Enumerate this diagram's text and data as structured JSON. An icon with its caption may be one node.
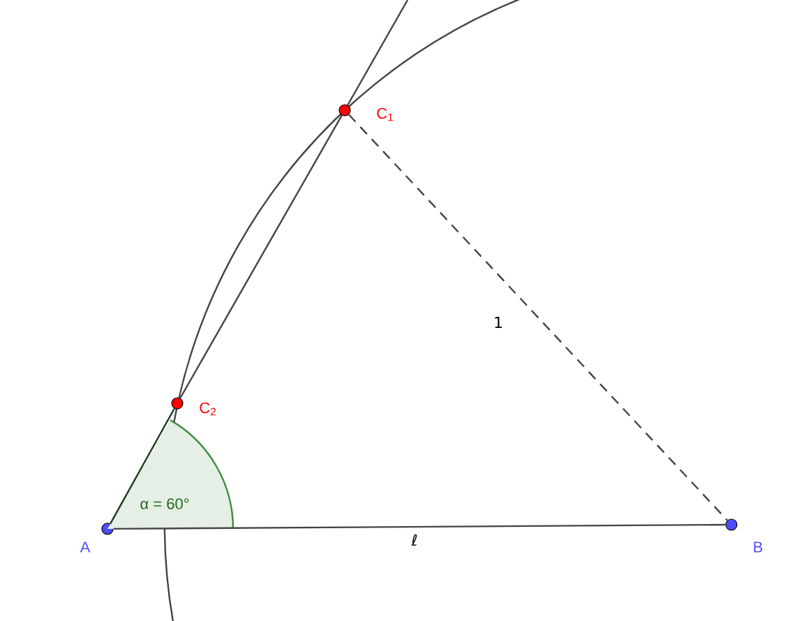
{
  "diagram": {
    "nodes": [
      {
        "text": [],
        "shape": "circle",
        "beside": [
          "A"
        ]
      },
      {
        "text": [],
        "shape": "circle",
        "beside": [
          "B"
        ]
      },
      {
        "text": [],
        "shape": "circle",
        "beside": [
          "C$_{1}$"
        ]
      },
      {
        "text": [],
        "shape": "circle",
        "beside": [
          "C$_{2}$"
        ]
      }
    ],
    "labels": [
      "α = 60°"
    ],
    "edges": [
      {
        "from": 0,
        "to": 1,
        "arrow": "none",
        "label": "ℓ"
      },
      {
        "from": 2,
        "to": 1,
        "arrow": "none",
        "label": "1",
        "style": "dashed"
      },
      {
        "from": 0,
        "to": 3,
        "arrow": "none",
        "color": "#1b3a1b"
      },
      {
        "from": 3,
        "to": 2,
        "arrow": "none"
      }
    ]
  }
}
